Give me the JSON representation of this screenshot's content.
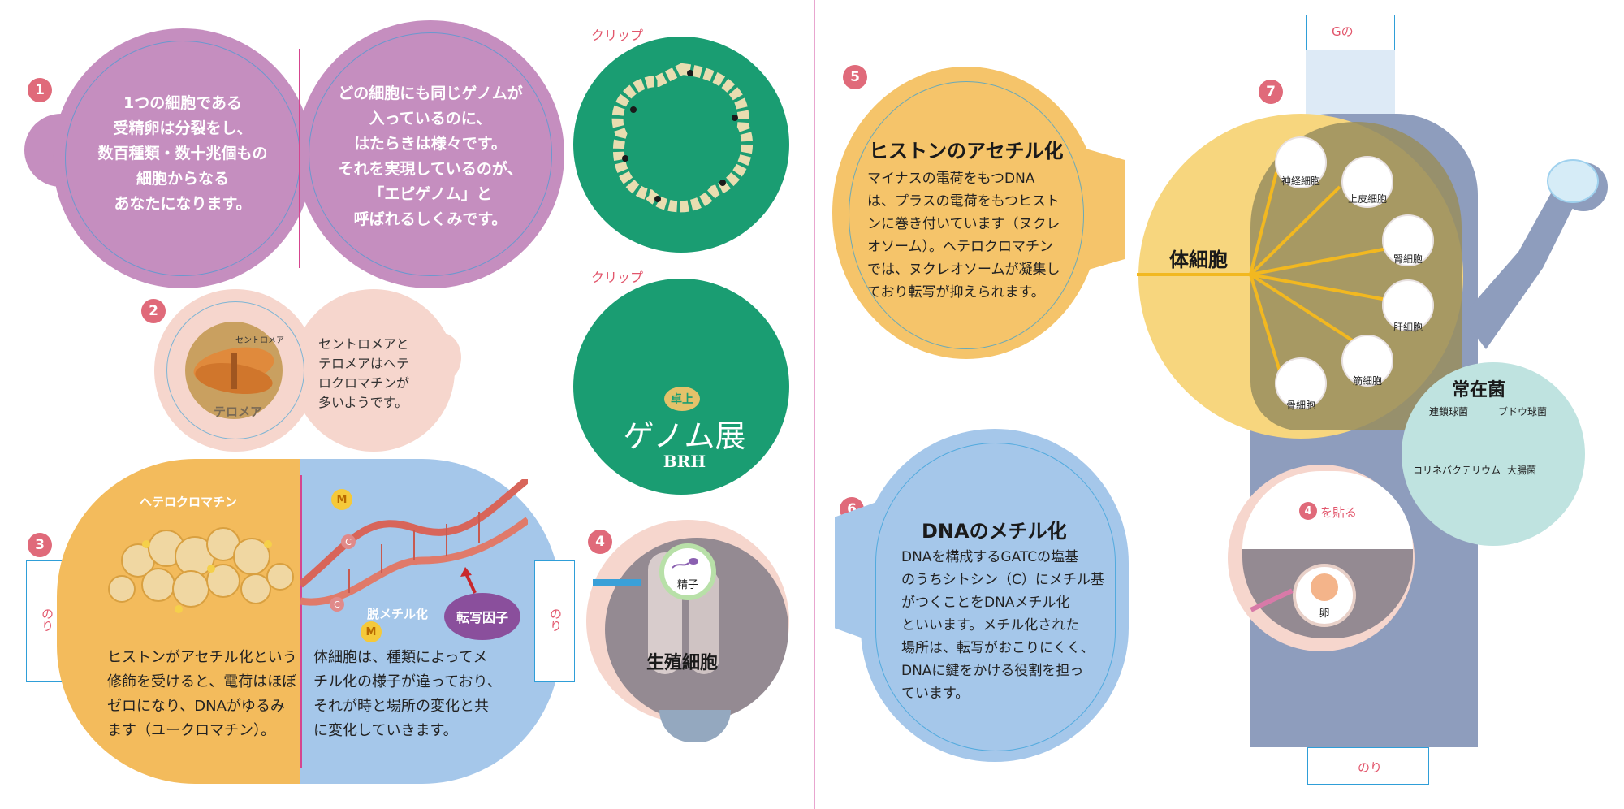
{
  "panel1": {
    "number": "1",
    "left_text": [
      "1つの細胞である",
      "受精卵は分裂をし、",
      "数百種類・数十兆個もの",
      "細胞からなる",
      "あなたになります。"
    ],
    "right_text": [
      "どの細胞にも同じゲノムが",
      "入っているのに、",
      "はたらきは様々です。",
      "それを実現しているのが、",
      "「エピゲノム」と",
      "呼ばれるしくみです。"
    ]
  },
  "panel2": {
    "number": "2",
    "centromere_label": "セントロメア",
    "telomere_label": "テロメア",
    "text": [
      "セントロメアと",
      "テロメアはヘテ",
      "ロクロマチンが",
      "多いようです。"
    ]
  },
  "panel3": {
    "number": "3",
    "heterochromatin_label": "ヘテロクロマチン",
    "glue_left": "のり",
    "glue_right": "のり",
    "demethylation_label": "脱メチル化",
    "tf_label": "転写因子",
    "m_label": "M",
    "c_label": "C",
    "left_text": [
      "ヒストンがアセチル化という",
      "修飾を受けると、電荷はほぼ",
      "ゼロになり、DNAがゆるみ",
      "ます（ユークロマチン）。"
    ],
    "right_text": [
      "体細胞は、種類によってメ",
      "チル化の様子が違っており、",
      "それが時と場所の変化と共",
      "に変化していきます。"
    ]
  },
  "clip1": {
    "label": "クリップ"
  },
  "clip2": {
    "label": "クリップ",
    "logo_top": "卓上",
    "logo_main": "ゲノム展",
    "logo_sub": "BRH"
  },
  "panel4": {
    "number": "4",
    "sperm_label": "精子",
    "title": "生殖細胞"
  },
  "panel5": {
    "number": "5",
    "title": "ヒストンのアセチル化",
    "text": [
      "マイナスの電荷をもつDNA",
      "は、プラスの電荷をもつヒスト",
      "ンに巻き付いています（ヌクレ",
      "オソーム）。ヘテロクロマチン",
      "では、ヌクレオソームが凝集し",
      "ており転写が抑えられます。"
    ]
  },
  "panel6": {
    "number": "6",
    "title": "DNAのメチル化",
    "text": [
      "DNAを構成するGATCの塩基",
      "のうちシトシン（C）にメチル基",
      "がつくことをDNAメチル化",
      "といいます。メチル化された",
      "場所は、転写がおこりにくく、",
      "DNAに鍵をかける役割を担っ",
      "ています。"
    ]
  },
  "panel7": {
    "number": "7",
    "top_tab_label": "Gの",
    "somatic_label": "体細胞",
    "cells": [
      "神経細胞",
      "上皮細胞",
      "腎細胞",
      "肝細胞",
      "筋細胞",
      "骨細胞"
    ],
    "resident_title": "常在菌",
    "bacteria": [
      "連鎖球菌",
      "ブドウ球菌",
      "コリネバクテリウム",
      "大腸菌"
    ],
    "paste_label": "を貼る",
    "paste_num": "4",
    "egg_label": "卵",
    "glue_bottom": "のり"
  }
}
